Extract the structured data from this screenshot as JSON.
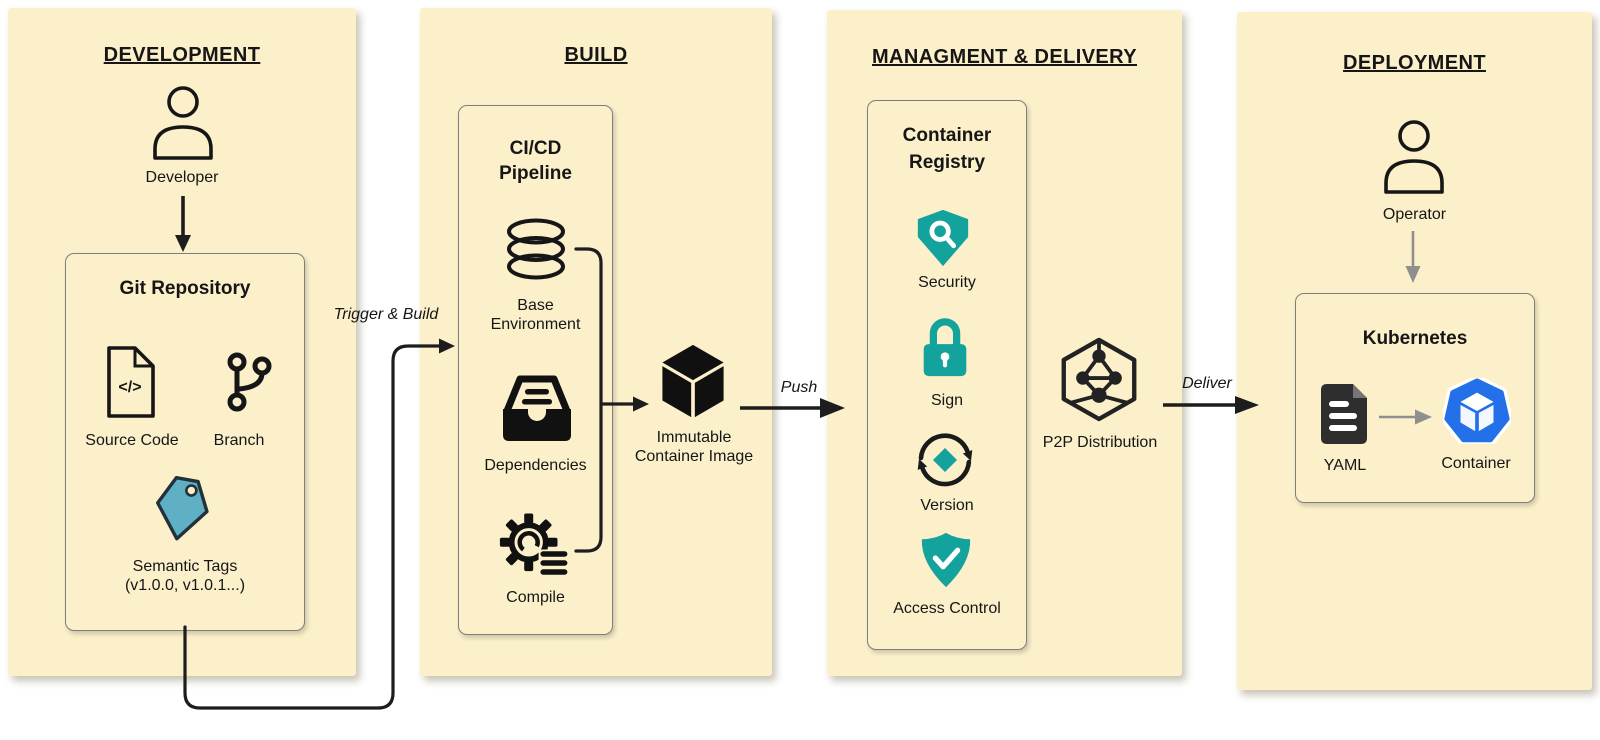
{
  "development": {
    "title": "DEVELOPMENT",
    "actor_label": "Developer",
    "git_box": {
      "title": "Git Repository",
      "code_glyph": "</>",
      "source_code_label": "Source Code",
      "branch_label": "Branch",
      "tag_label_line1": "Semantic Tags",
      "tag_label_line2": "(v1.0.0, v1.0.1...)"
    }
  },
  "build": {
    "title": "BUILD",
    "pipeline_box": {
      "title_line1": "CI/CD",
      "title_line2": "Pipeline",
      "base_env_label": "Base Environment",
      "dependencies_label": "Dependencies",
      "compile_label": "Compile"
    },
    "artifact_label_line1": "Immutable",
    "artifact_label_line2": "Container Image"
  },
  "management": {
    "title": "MANAGMENT & DELIVERY",
    "registry_box": {
      "title_line1": "Container",
      "title_line2": "Registry",
      "security_label": "Security",
      "sign_label": "Sign",
      "version_label": "Version",
      "access_control_label": "Access Control"
    },
    "p2p_label": "P2P Distribution"
  },
  "deployment": {
    "title": "DEPLOYMENT",
    "actor_label": "Operator",
    "k8s_box": {
      "title": "Kubernetes",
      "yaml_label": "YAML",
      "container_label": "Container"
    }
  },
  "connectors": {
    "trigger_label": "Trigger & Build",
    "push_label": "Push",
    "deliver_label": "Deliver"
  },
  "icons": {
    "developer": "person-icon",
    "operator": "person-icon",
    "source_code": "code-file-icon",
    "branch": "git-branch-icon",
    "semantic_tags": "tag-icon",
    "base_environment": "database-icon",
    "dependencies": "inbox-icon",
    "compile": "gear-icon",
    "artifact": "black-cube-icon",
    "security": "shield-search-icon",
    "sign": "lock-icon",
    "version": "sync-diamond-icon",
    "access_control": "shield-check-icon",
    "p2p": "hexagon-network-icon",
    "yaml": "yaml-file-icon",
    "container": "kubernetes-container-icon"
  },
  "colors": {
    "panel_bg": "#FBF0CA",
    "teal": "#14A29D",
    "tag_fill": "#5FB0C5",
    "kubernetes_blue": "#2470E8",
    "ink": "#161616",
    "gray_arrow": "#8F8F8F"
  }
}
